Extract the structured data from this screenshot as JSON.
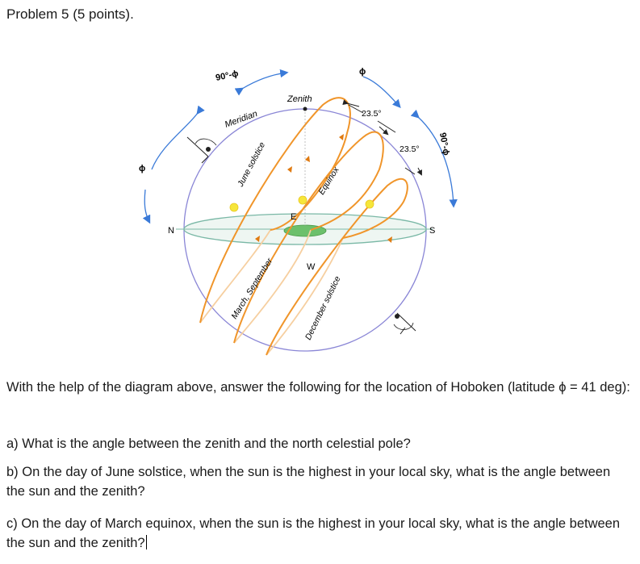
{
  "title": "Problem 5 (5 points).",
  "diagram": {
    "labels": {
      "ninety_minus_phi_top": "90°-ϕ",
      "phi_top": "ϕ",
      "ninety_minus_phi_right": "90°-ϕ",
      "phi_left": "ϕ",
      "meridian": "Meridian",
      "zenith": "Zenith",
      "angle_top": "23.5°",
      "angle_right": "23.5°",
      "june_solstice": "June solstice",
      "equinox": "Equinox",
      "march_september": "March, September",
      "december_solstice": "December solstice",
      "north": "N",
      "south": "S",
      "east": "E",
      "west": "W"
    },
    "colors": {
      "sphere": "#8a86d6",
      "horizon": "#7ab8a6",
      "sun_path": "#f0952a",
      "sun_path_faded": "#f6cfa0",
      "ground": "#6cc06c",
      "arrow": "#3a7ad8",
      "sun": "#f6e63a"
    }
  },
  "text": {
    "intro": "With the help of the diagram above, answer the following for the location of Hoboken (latitude ϕ = 41 deg):",
    "qa": "a) What is the angle between the zenith and the north celestial pole?",
    "qb": "b) On the day of June solstice, when the sun is the highest in your local sky, what is the angle between the sun and the zenith?",
    "qc": "c) On the day of March equinox, when the sun is the highest in your local sky, what is the angle between the sun and the zenith?"
  }
}
